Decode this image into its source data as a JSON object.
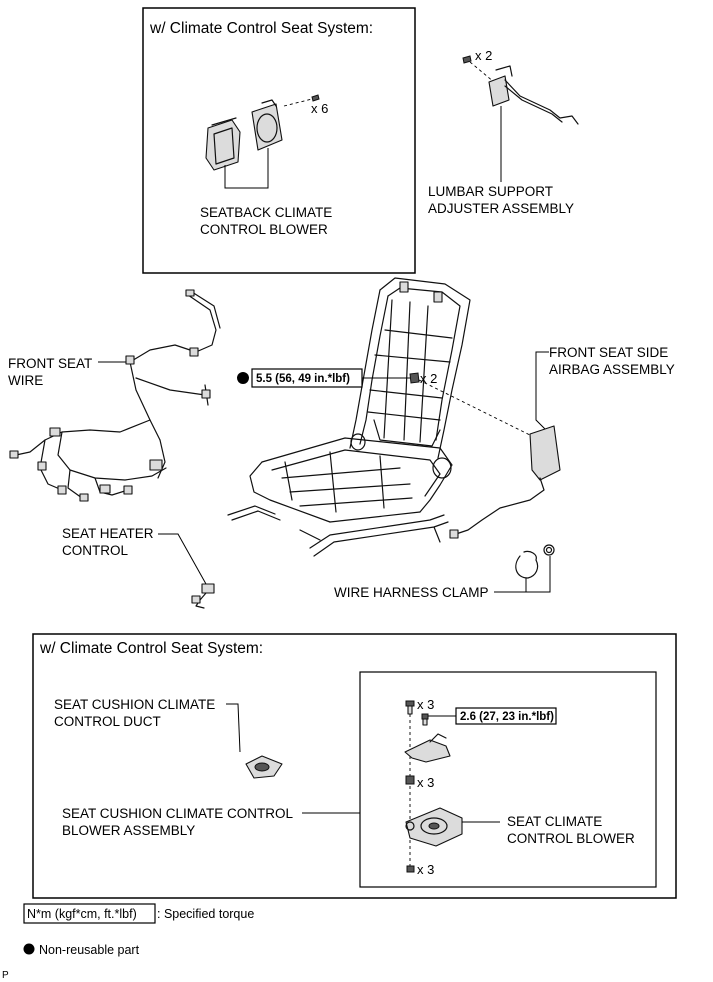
{
  "top_box": {
    "header": "w/ Climate Control Seat System:"
  },
  "bottom_box": {
    "header": "w/ Climate Control Seat System:"
  },
  "labels": {
    "seatback_blower": [
      "SEATBACK CLIMATE",
      "CONTROL BLOWER"
    ],
    "lumbar": [
      "LUMBAR SUPPORT",
      "ADJUSTER ASSEMBLY"
    ],
    "front_seat_wire": [
      "FRONT SEAT",
      "WIRE"
    ],
    "side_airbag": [
      "FRONT SEAT SIDE",
      "AIRBAG ASSEMBLY"
    ],
    "seat_heater": [
      "SEAT HEATER",
      "CONTROL"
    ],
    "wire_clamp": "WIRE HARNESS CLAMP",
    "cushion_duct": [
      "SEAT CUSHION CLIMATE",
      "CONTROL DUCT"
    ],
    "cushion_blower_assy": [
      "SEAT CUSHION CLIMATE CONTROL",
      "BLOWER ASSEMBLY"
    ],
    "seat_climate_blower": [
      "SEAT CLIMATE",
      "CONTROL BLOWER"
    ]
  },
  "quantities": {
    "blower_screws": "x 6",
    "lumbar_screws": "x 2",
    "airbag_nuts": "x 2",
    "cushion_top": "x 3",
    "cushion_mid": "x 3",
    "cushion_bottom": "x 3"
  },
  "torques": {
    "airbag_nut": "5.5 (56, 49 in.*lbf)",
    "cushion_screw": "2.6 (27, 23 in.*lbf)"
  },
  "legend": {
    "torque_box": "N*m (kgf*cm, ft.*lbf)",
    "torque_desc": ": Specified torque",
    "non_reusable": "Non-reusable part"
  },
  "footer_mark": "P"
}
